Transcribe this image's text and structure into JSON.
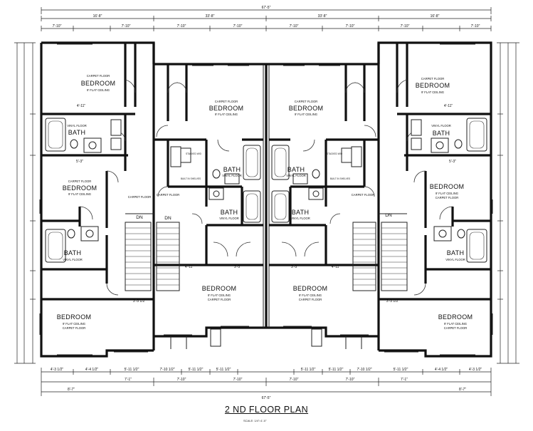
{
  "title": "2 ND FLOOR PLAN",
  "scale": "SCALE: 1/4\"=1'-0\"",
  "overall_dims": {
    "total": "67'-5\"",
    "unit_width": "33'-8\"",
    "outer_unit": "16'-8\"",
    "side_top": "7'-10\"",
    "bottom_left": "8'-7\"",
    "bottom_center": "7'-10\""
  },
  "rooms": {
    "unit_a_bed_top": {
      "name": "BEDROOM",
      "notes": [
        "CARPET FLOOR",
        "9' FLAT CEILING"
      ]
    },
    "unit_a_bath_upper": {
      "name": "BATH",
      "notes": [
        "VINYL FLOOR"
      ]
    },
    "unit_a_bed_mid": {
      "name": "BEDROOM",
      "notes": [
        "CARPET FLOOR",
        "9' FLAT CEILING",
        "CARPET FLOOR"
      ]
    },
    "unit_a_bath_lower": {
      "name": "BATH",
      "notes": [
        "VINYL FLOOR"
      ]
    },
    "unit_a_bed_bottom": {
      "name": "BEDROOM",
      "notes": [
        "9' FLAT CEILING",
        "CARPET FLOOR"
      ]
    },
    "unit_b_bed_top": {
      "name": "BEDROOM",
      "notes": [
        "CARPET FLOOR",
        "9' FLAT CEILING"
      ]
    },
    "unit_b_bath_1": {
      "name": "BATH",
      "notes": [
        "VINYL FLOOR"
      ]
    },
    "unit_b_bath_2": {
      "name": "BATH",
      "notes": [
        "VINYL FLOOR"
      ]
    },
    "unit_b_bed_bottom": {
      "name": "BEDROOM",
      "notes": [
        "9' FLAT CEILING",
        "CARPET FLOOR"
      ]
    },
    "unit_c_bed_top": {
      "name": "BEDROOM",
      "notes": [
        "CARPET FLOOR",
        "9' FLAT CEILING"
      ]
    },
    "unit_c_bath_1": {
      "name": "BATH",
      "notes": [
        "VINYL FLOOR"
      ]
    },
    "unit_c_bath_2": {
      "name": "BATH",
      "notes": [
        "VINYL FLOOR"
      ]
    },
    "unit_c_bed_bottom": {
      "name": "BEDROOM",
      "notes": [
        "9' FLAT CEILING",
        "CARPET FLOOR"
      ]
    },
    "unit_d_bed_top": {
      "name": "BEDROOM",
      "notes": [
        "CARPET FLOOR",
        "9' FLAT CEILING"
      ]
    },
    "unit_d_bath_upper": {
      "name": "BATH",
      "notes": [
        "VINYL FLOOR"
      ]
    },
    "unit_d_bed_mid": {
      "name": "BEDROOM",
      "notes": [
        "9' FLAT CEILING",
        "CARPET FLOOR"
      ]
    },
    "unit_d_bath_lower": {
      "name": "BATH",
      "notes": [
        "VINYL FLOOR"
      ]
    },
    "unit_d_bed_bottom": {
      "name": "BEDROOM",
      "notes": [
        "9' FLAT CEILING",
        "CARPET FLOOR"
      ]
    }
  },
  "labels": {
    "dn": "DN",
    "carpet_floor": "CARPET FLOOR",
    "stacked_wd": "STACKED W/D",
    "built_ins": "BUILT IN SHELVES"
  },
  "dims": {
    "d1": "7'-10\"",
    "d2": "7'-10\"",
    "d3": "7'-10\"",
    "d4": "7'-10\"",
    "d5": "7'-10\"",
    "d6": "7'-10\"",
    "d7": "7'-10\"",
    "d8": "7'-10\"",
    "b1": "4'-3 1/2\"",
    "b2": "4'-4 1/2\"",
    "b3": "7'-1\"",
    "b4": "7'-10 1/2\"",
    "b5": "5'-11 1/2\"",
    "b6": "5'-11 1/2\"",
    "b7": "5'-11 1/2\"",
    "m1": "3'-3\"",
    "m2": "5'-3\"",
    "m3": "3'-3 1/2\"",
    "m4": "4'-11\""
  }
}
